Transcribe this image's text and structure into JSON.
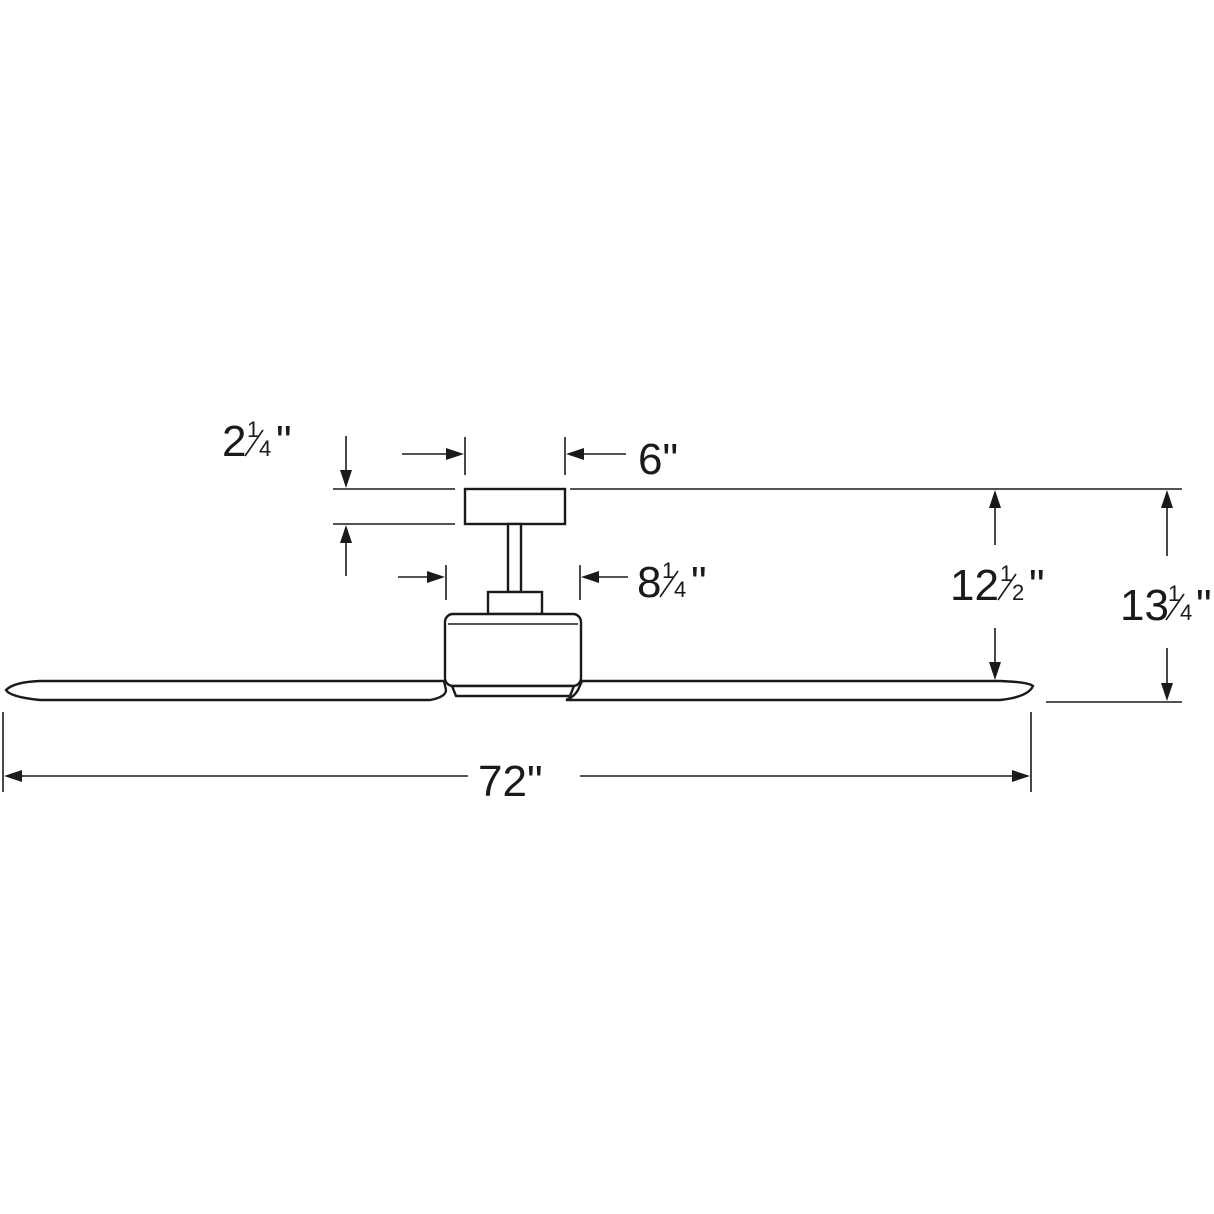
{
  "dimensions": {
    "canopy_height": {
      "whole": "2",
      "num": "1",
      "den": "4",
      "unit": "\""
    },
    "canopy_width": {
      "text": "6\""
    },
    "motor_width": {
      "whole": "8",
      "num": "1",
      "den": "4",
      "unit": "\""
    },
    "height_to_blade": {
      "whole": "12",
      "num": "1",
      "den": "2",
      "unit": "\""
    },
    "overall_height": {
      "whole": "13",
      "num": "1",
      "den": "4",
      "unit": "\""
    },
    "span": {
      "text": "72\""
    }
  }
}
